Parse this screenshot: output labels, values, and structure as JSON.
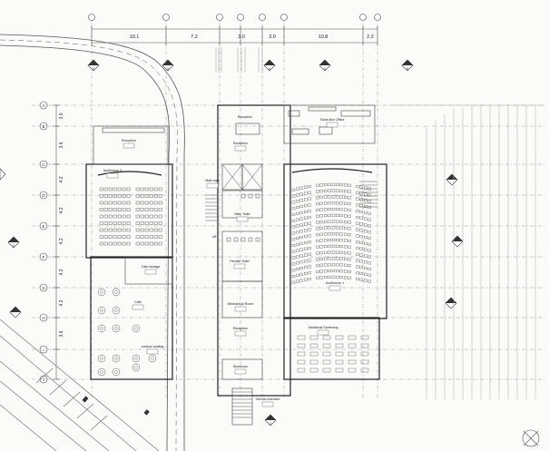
{
  "dimensions_top": [
    "10.1",
    "7.2",
    "3.0",
    "3.0",
    "10.8",
    "2.2"
  ],
  "dimensions_left": [
    "3.0",
    "3.6",
    "4.2",
    "4.2",
    "4.2",
    "4.2",
    "4.2",
    "3.6"
  ],
  "grid_rows": [
    "A",
    "B",
    "C",
    "D",
    "E",
    "F",
    "G",
    "H",
    "I",
    "J"
  ],
  "section_tags": [
    "3",
    "3",
    "4",
    "5",
    "6",
    "C",
    "2"
  ],
  "rooms": {
    "reception_left": "Reception",
    "auditorium_2": "Auditorium 2",
    "cafe_storage": "Cafe storage",
    "cafe": "Cafe",
    "outdoor_seating": "outdoor seating",
    "male_stair": "Male stair",
    "male_toilet": "Male Toilet",
    "female_toilet": "Female Toilet",
    "mechanical_room": "Mechanical Room",
    "lift": "Lift",
    "reception_center": "Reception",
    "reception_top": "Reception",
    "ticket_box_office": "Ticket Box Office",
    "auditorium_1": "Auditorium 1",
    "reception_lower": "Reception",
    "additional_screening": "Additional Screening",
    "storeroom": "Storeroom",
    "service_entrance": "Service entrance"
  },
  "colors": {
    "line": "#333333",
    "light": "#8a8a8a",
    "road": "#555555"
  }
}
